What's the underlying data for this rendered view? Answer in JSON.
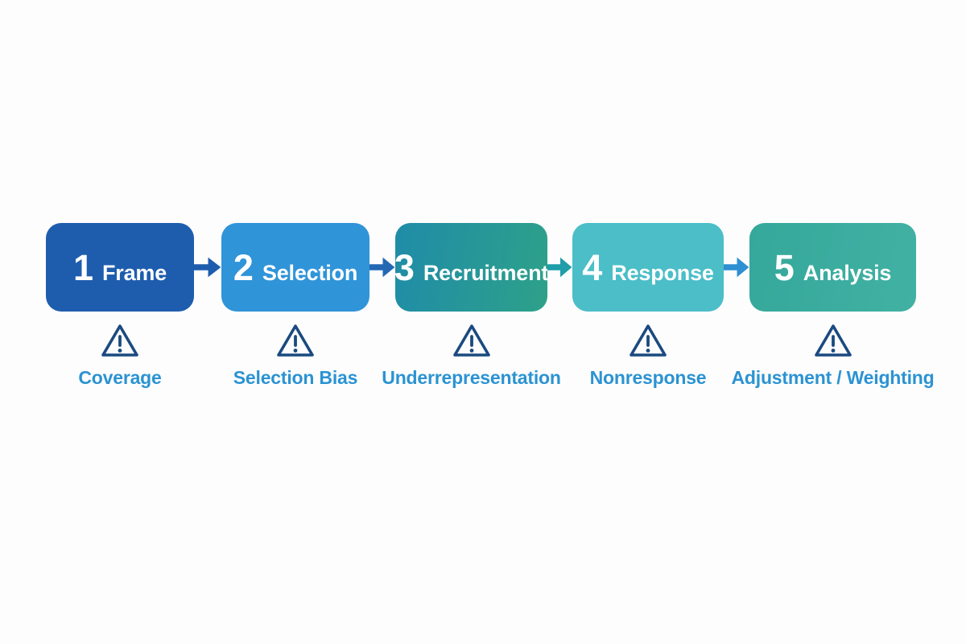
{
  "background": "#FDFDFD",
  "risk_label_color": "#2B93D2",
  "warning_icon_color": "#1A4A80",
  "box_text_color": "#FFFFFF",
  "steps": [
    {
      "number": "1",
      "title": "Frame",
      "risk": "Coverage",
      "box": "#1E5DAE"
    },
    {
      "number": "2",
      "title": "Selection",
      "risk": "Selection Bias",
      "box": "#3094D9"
    },
    {
      "number": "3",
      "title": "Recruitment",
      "risk": "Underrepresentation",
      "box": [
        "#1F8CA8",
        "#2EA189"
      ]
    },
    {
      "number": "4",
      "title": "Response",
      "risk": "Nonresponse",
      "box": "#4BBEC8"
    },
    {
      "number": "5",
      "title": "Analysis",
      "risk": "Adjustment / Weighting",
      "box": [
        "#35A89B",
        "#41B1A3"
      ]
    }
  ],
  "arrows": [
    {
      "color": "#1E5DAE"
    },
    {
      "color": "#2468B4"
    },
    {
      "color": "#1F9DA8"
    },
    {
      "color": "#2E8FD2"
    }
  ]
}
